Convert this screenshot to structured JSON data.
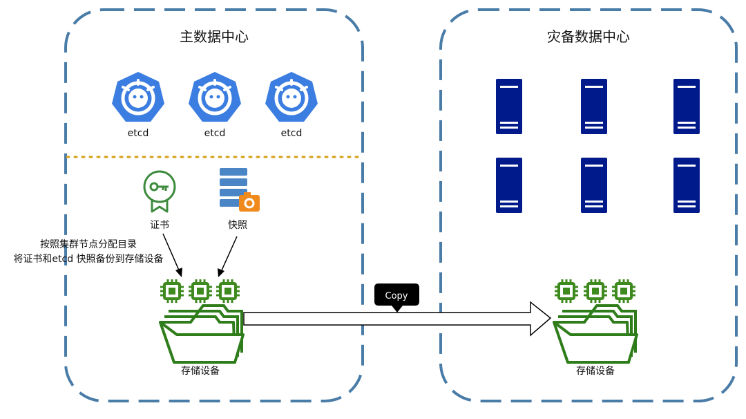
{
  "primary": {
    "title": "主数据中心",
    "etcd_nodes": [
      {
        "label": "etcd"
      },
      {
        "label": "etcd"
      },
      {
        "label": "etcd"
      }
    ],
    "certificate_label": "证书",
    "snapshot_label": "快照",
    "note_line1": "按照集群节点分配目录",
    "note_line2": "将证书和etcd 快照备份到存储设备",
    "storage_label": "存储设备"
  },
  "dr": {
    "title": "灾备数据中心",
    "server_count": 6,
    "storage_label": "存储设备"
  },
  "copy_label": "Copy",
  "colors": {
    "border": "#4a7ca8",
    "divider": "#d4a017",
    "etcd_blue": "#3b7de0",
    "server_navy": "#001a8c",
    "chip_green": "#3f8a1f",
    "folder_green": "#2e7d1a",
    "snapshot_blue": "#4a86c5",
    "snapshot_orange": "#f08a1c",
    "cert_green": "#3d8b3d"
  }
}
